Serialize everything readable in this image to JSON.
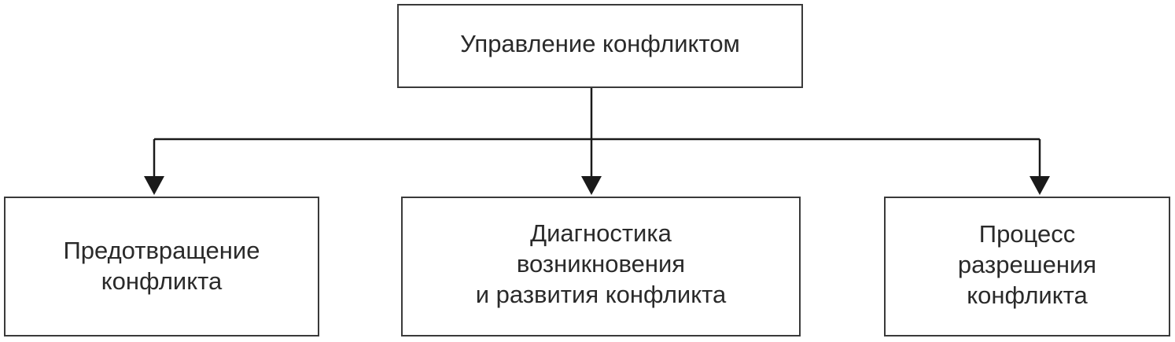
{
  "diagram": {
    "root": {
      "label": "Управление конфликтом"
    },
    "children": [
      {
        "label": "Предотвращение\nконфликта"
      },
      {
        "label": "Диагностика\nвозникновения\nи развития конфликта"
      },
      {
        "label": "Процесс\nразрешения\nконфликта"
      }
    ],
    "colors": {
      "line": "#1a1a1a",
      "border": "#3a3a3a",
      "text": "#2a2a2a"
    }
  }
}
